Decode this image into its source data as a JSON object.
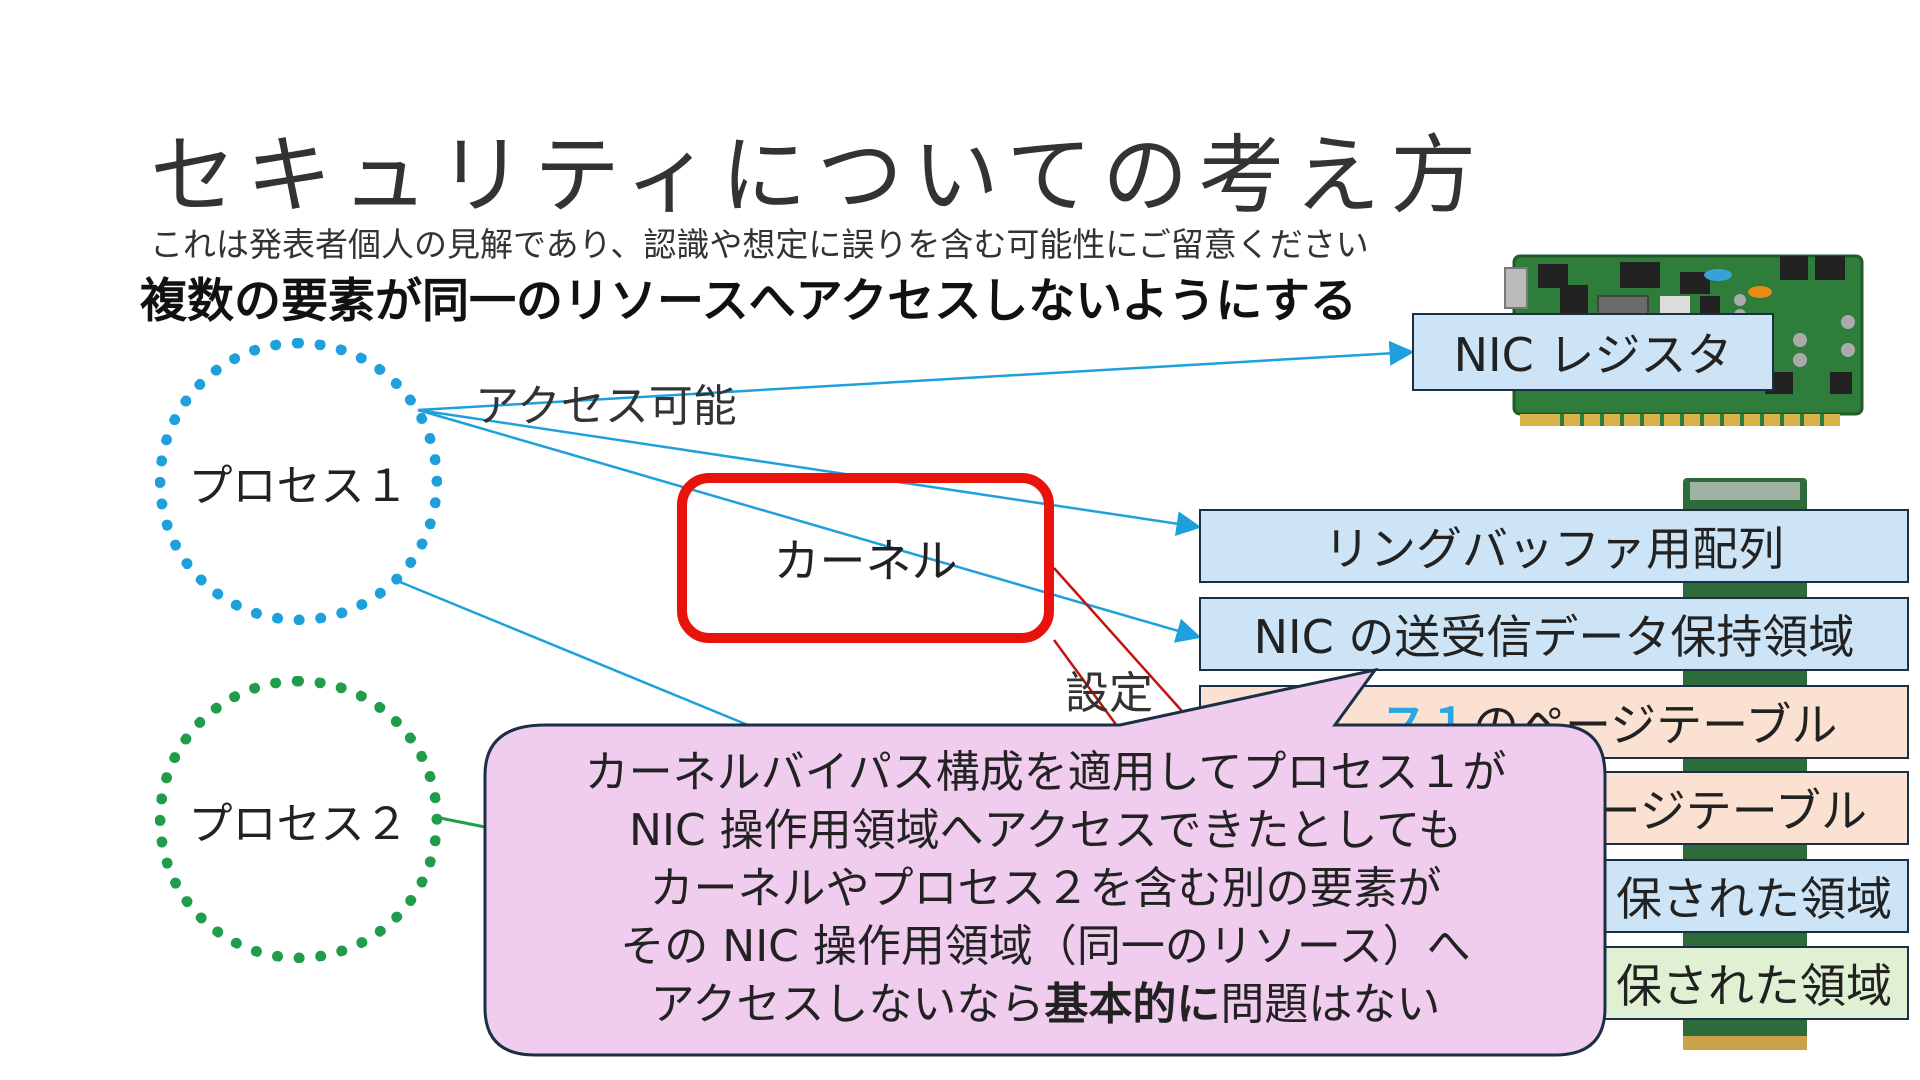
{
  "slide": {
    "title": "セキュリティについての考え方",
    "disclaimer": "これは発表者個人の見解であり、認識や想定に誤りを含む可能性にご留意ください",
    "heading": "複数の要素が同一のリソースへアクセスしないようにする"
  },
  "nodes": {
    "process1": "プロセス１",
    "process2": "プロセス２",
    "kernel": "カーネル"
  },
  "edge_labels": {
    "access": "アクセス可能",
    "setting": "設定"
  },
  "resources": {
    "nic_register": "NIC レジスタ",
    "ring_buffer": "リングバッファ用配列",
    "nic_data_area": "NIC の送受信データ保持領域",
    "page_table_1_emph": "ス１",
    "page_table_1_rest": "のページテーブル",
    "page_table_2": "ージテーブル",
    "reserved_area_1": "保された領域",
    "reserved_area_2": "保された領域"
  },
  "callout": {
    "line1": "カーネルバイパス構成を適用してプロセス１が",
    "line2": "NIC 操作用領域へアクセスできたとしても",
    "line3": "カーネルやプロセス２を含む別の要素が",
    "line4": "その NIC 操作用領域（同一のリソース）へ",
    "line5_pre": "アクセスしないなら",
    "line5_bold": "基本的に",
    "line5_post": "問題はない"
  },
  "colors": {
    "process1": "#1ea0dc",
    "process2": "#1f9d4a",
    "kernel": "#e8140c",
    "resource_blue": "#cce4f5",
    "resource_peach": "#fbe1d2",
    "resource_green": "#dff0d3",
    "callout_fill": "#f0cdee",
    "arrow": "#1ea0dc"
  }
}
